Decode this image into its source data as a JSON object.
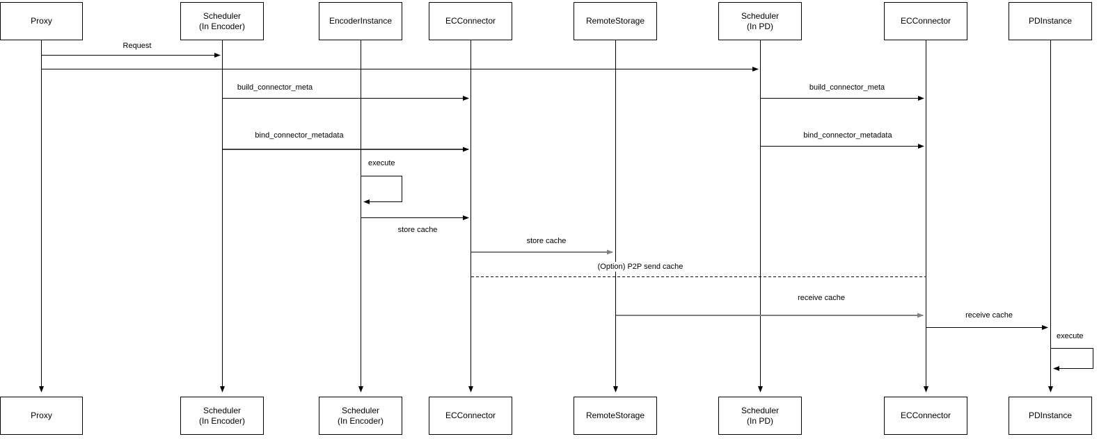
{
  "diagram": {
    "type": "sequence",
    "colors": {
      "line": "#000000",
      "line_gray": "#808080",
      "background": "#ffffff",
      "text": "#000000"
    },
    "actors": [
      {
        "id": "proxy",
        "top_label": "Proxy",
        "bottom_label": "Proxy"
      },
      {
        "id": "scheduler-encoder",
        "top_label": "Scheduler\n(In Encoder)",
        "bottom_label": "Scheduler\n(In Encoder)"
      },
      {
        "id": "encoder-instance",
        "top_label": "EncoderInstance",
        "bottom_label": "Scheduler\n(In Encoder)"
      },
      {
        "id": "ec-connector",
        "top_label": "ECConnector",
        "bottom_label": "ECConnector"
      },
      {
        "id": "remote-storage",
        "top_label": "RemoteStorage",
        "bottom_label": "RemoteStorage"
      },
      {
        "id": "scheduler-pd",
        "top_label": "Scheduler\n(In PD)",
        "bottom_label": "Scheduler\n(In PD)"
      },
      {
        "id": "ec-connector-pd",
        "top_label": "ECConnector",
        "bottom_label": "ECConnector"
      },
      {
        "id": "pd-instance",
        "top_label": "PDInstance",
        "bottom_label": "PDInstance"
      }
    ],
    "messages": [
      {
        "label": "Request",
        "from": "Proxy",
        "to": "Scheduler (In Encoder)",
        "style": "solid"
      },
      {
        "label": "",
        "from": "Proxy",
        "to": "Scheduler (In PD)",
        "style": "solid"
      },
      {
        "label": "build_connector_meta",
        "from": "Scheduler (In Encoder)",
        "to": "ECConnector",
        "style": "solid"
      },
      {
        "label": "build_connector_meta",
        "from": "Scheduler (In PD)",
        "to": "ECConnector (PD side)",
        "style": "solid"
      },
      {
        "label": "bind_connector_metadata",
        "from": "Scheduler (In Encoder)",
        "to": "ECConnector",
        "style": "solid"
      },
      {
        "label": "bind_connector_metadata",
        "from": "Scheduler (In PD)",
        "to": "ECConnector (PD side)",
        "style": "solid"
      },
      {
        "label": "execute",
        "from": "EncoderInstance",
        "to": "EncoderInstance",
        "style": "self-call"
      },
      {
        "label": "store cache",
        "from": "EncoderInstance",
        "to": "ECConnector",
        "style": "solid"
      },
      {
        "label": "store cache",
        "from": "ECConnector",
        "to": "RemoteStorage",
        "style": "solid"
      },
      {
        "label": "(Option) P2P send cache",
        "from": "ECConnector",
        "to": "ECConnector (PD side)",
        "style": "dashed"
      },
      {
        "label": "receive cache",
        "from": "RemoteStorage",
        "to": "ECConnector (PD side)",
        "style": "solid"
      },
      {
        "label": "receive cache",
        "from": "ECConnector (PD side)",
        "to": "PDInstance",
        "style": "solid"
      },
      {
        "label": "execute",
        "from": "PDInstance",
        "to": "PDInstance",
        "style": "self-call"
      }
    ]
  }
}
